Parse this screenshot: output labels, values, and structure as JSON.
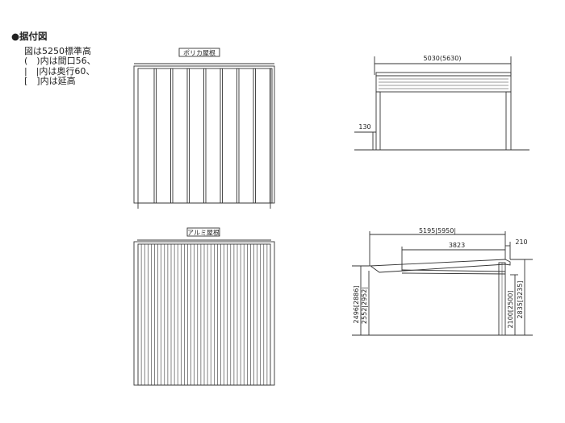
{
  "legend": {
    "heading": "●据付図",
    "notes": [
      "図は5250標準高",
      "(　)内は間口56、",
      "|　|内は奥行60、",
      "[　]内は延高"
    ]
  },
  "roof_labels": {
    "polycarbonate": "ポリカ屋根",
    "aluminum": "アルミ屋根"
  },
  "front_view": {
    "width": "5030(5630)",
    "foot_height": "130"
  },
  "side_view": {
    "depth_total": "5195|5950|",
    "depth_inner": "3823",
    "offset": "210",
    "left_height_outer": "2496[2886]",
    "left_height_inner": "2552|2952|",
    "right_height_inner": "2100[2500]",
    "right_height_outer": "2835[3235]"
  }
}
